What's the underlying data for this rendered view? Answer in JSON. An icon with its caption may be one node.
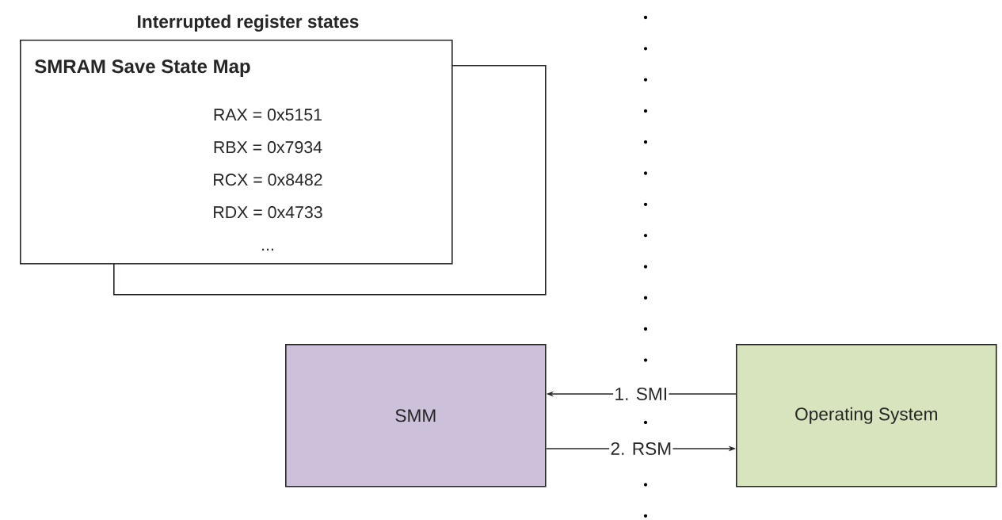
{
  "diagram": {
    "nodes": [
      {
        "text": [
          "Interrupted register states",
          "SMRAM Save State Map",
          "RAX = 0x5151",
          "RBX = 0x7934",
          "RCX = 0x8482",
          "RDX = 0x4733",
          "..."
        ]
      },
      {
        "text": [],
        "shape": "box"
      },
      {
        "text": [
          "SMM"
        ]
      },
      {
        "text": [
          "Operating System"
        ]
      }
    ],
    "edges": [
      {
        "from": 3,
        "to": 2,
        "arrow": "to",
        "label": "1. SMI"
      },
      {
        "from": 2,
        "to": 3,
        "arrow": "to",
        "label": "2. RSM"
      }
    ]
  }
}
